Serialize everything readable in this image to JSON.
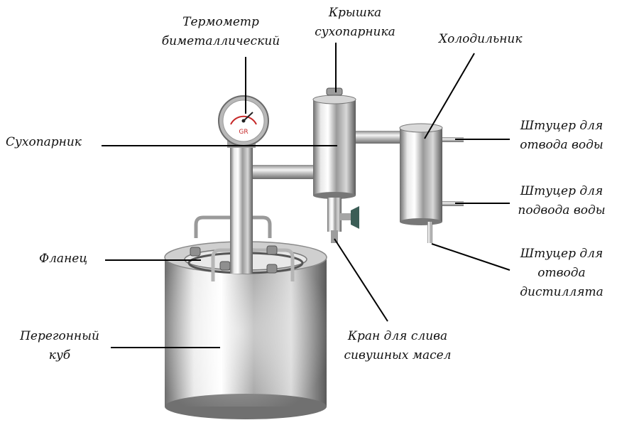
{
  "labels": {
    "thermometer": [
      "Термометр",
      "биметаллический"
    ],
    "dryer_lid": [
      "Крышка",
      "сухопарника"
    ],
    "condenser": "Холодильник",
    "dryer": "Сухопарник",
    "water_out": [
      "Штуцер для",
      "отвода воды"
    ],
    "water_in": [
      "Штуцер для",
      "подвода воды"
    ],
    "flange": "Фланец",
    "distillate_out": [
      "Штуцер для",
      "отвода",
      "дистиллята"
    ],
    "cube": [
      "Перегонный",
      "куб"
    ],
    "fusel_tap": [
      "Кран для слива",
      "сивушных масел"
    ]
  }
}
